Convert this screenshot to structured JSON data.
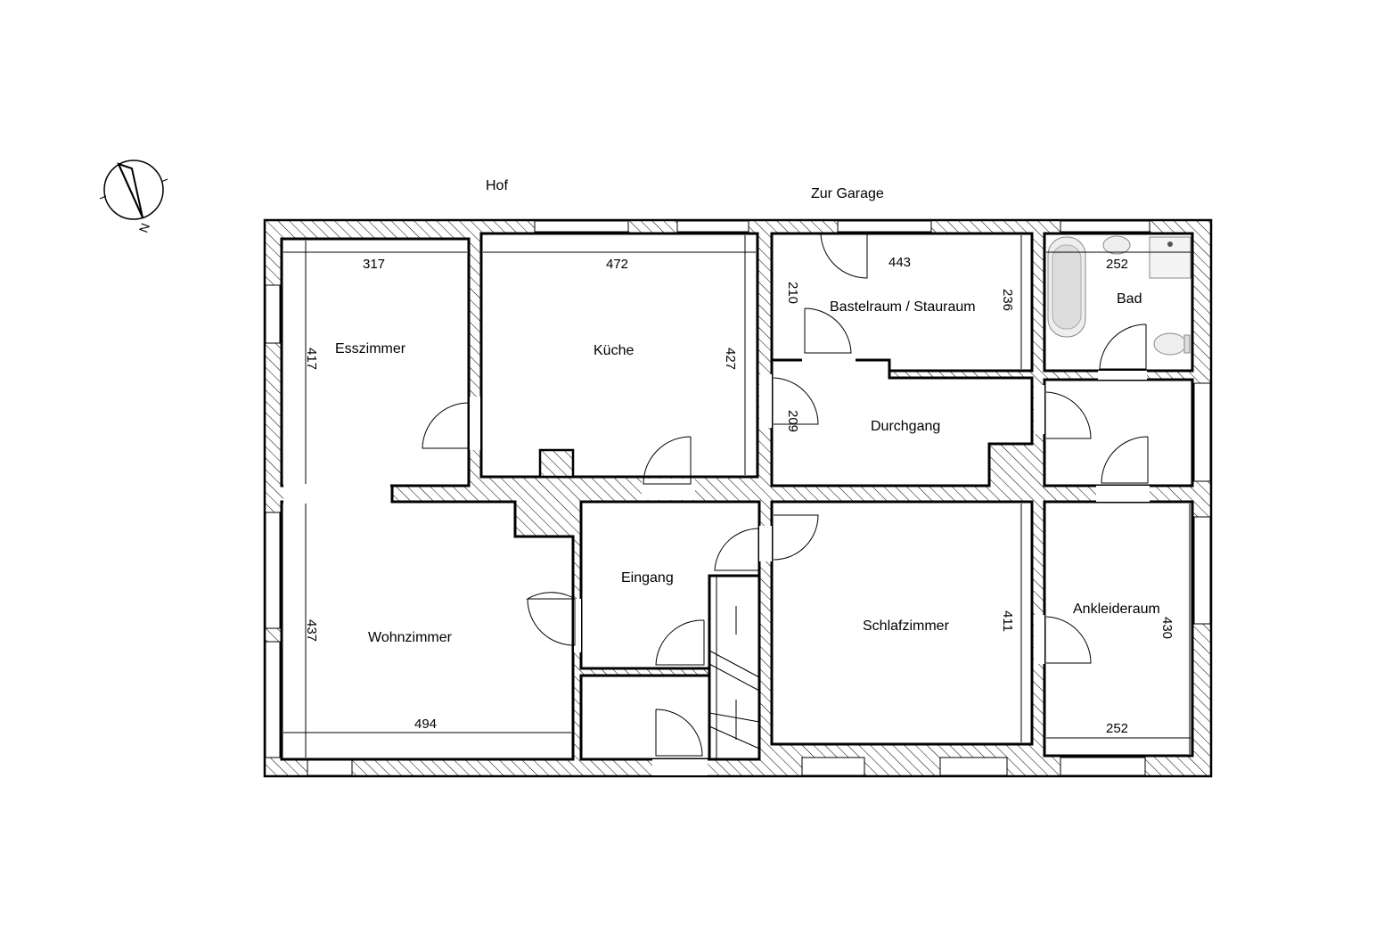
{
  "exterior": {
    "hof": "Hof",
    "garage": "Zur Garage"
  },
  "compass": {
    "north": "N"
  },
  "rooms": {
    "esszimmer": "Esszimmer",
    "kueche": "Küche",
    "bastelraum": "Bastelraum / Stauraum",
    "bad": "Bad",
    "durchgang": "Durchgang",
    "eingang": "Eingang",
    "wohnzimmer": "Wohnzimmer",
    "schlafzimmer": "Schlafzimmer",
    "ankleideraum": "Ankleideraum"
  },
  "dimensions": {
    "esszimmer_width": "317",
    "kueche_width": "472",
    "bastelraum_width": "443",
    "bad_width": "252",
    "esszimmer_height": "417",
    "kueche_height": "427",
    "bastelraum_left_height": "210",
    "bastelraum_right_height": "236",
    "durchgang_height": "209",
    "wohnzimmer_height": "437",
    "wohnzimmer_width": "494",
    "schlafzimmer_height": "411",
    "ankleideraum_height": "430",
    "ankleideraum_width": "252"
  }
}
